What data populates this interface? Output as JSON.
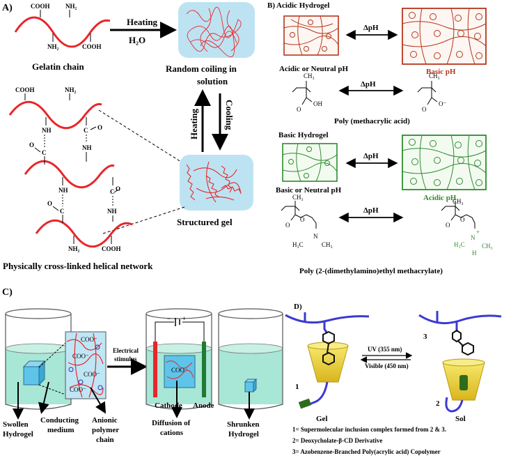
{
  "panel_a": {
    "label": "A)",
    "cooh_1": "COOH",
    "nh2_1": "NH₂",
    "nh2_2": "NH₂",
    "cooh_2": "COOH",
    "gelatin_chain": "Gelatin chain",
    "heating_top": "Heating",
    "h2o": "H₂O",
    "random_coiling_1": "Random coiling in",
    "random_coiling_2": "solution",
    "heating_side": "Heating",
    "cooling_side": "Cooling",
    "structured_gel": "Structured gel",
    "network_cooh_top": "COOH",
    "network_nh2_top": "NH₂",
    "nh_1": "NH",
    "c_1": "C",
    "o_1": "O",
    "c_2": "C",
    "o_2": "O",
    "nh_2": "NH",
    "nh_3": "NH",
    "c_3": "C",
    "o_3": "O",
    "o_4": "O",
    "c_4": "C",
    "nh_4": "NH",
    "network_nh2_bottom": "NH₂",
    "network_cooh_bottom": "COOH",
    "network_caption": "Physically cross-linked helical network"
  },
  "panel_b": {
    "label": "B)",
    "acidic_title": "Acidic Hydrogel",
    "delta_ph_1": "ΔpH",
    "acidic_left_caption": "Acidic or Neutral pH",
    "acidic_right_caption": "Basic pH",
    "ch3_1": "CH₃",
    "delta_ph_2": "ΔpH",
    "ch3_2": "CH₃",
    "oh": "OH",
    "o_minus": "O⁻",
    "o_a": "O",
    "o_b": "O",
    "pma_caption": "Poly (methacrylic acid)",
    "basic_title": "Basic Hydrogel",
    "delta_ph_3": "ΔpH",
    "basic_left_caption": "Basic or Neutral pH",
    "basic_right_caption": "Acidic pH",
    "ch3_3": "CH₃",
    "delta_ph_4": "ΔpH",
    "ch3_4": "CH₃",
    "o_c": "O",
    "o_d": "O",
    "o_e": "O",
    "o_f": "O",
    "n_1": "N",
    "h3c_1": "H₃C",
    "ch3_5": "CH₃",
    "n_2": "N",
    "plus": "+",
    "h3c_2": "H₃C",
    "ch3_6": "CH₃",
    "h": "H",
    "pdmaema_caption": "Poly (2-(dimethylamino)ethyl methacrylate)",
    "acidic_color": "#b5361c",
    "basic_color": "#2e8b2e"
  },
  "panel_c": {
    "label": "C)",
    "electrical_stimulus_1": "Electrical",
    "electrical_stimulus_2": "stimulus",
    "coo_labels": [
      "COO⁻",
      "COO⁻",
      "COO⁻",
      "COO⁻",
      "COO⁻"
    ],
    "cathode": "Cathode",
    "anode": "Anode",
    "swollen_1": "Swollen",
    "swollen_2": "Hydrogel",
    "conducting_1": "Conducting",
    "conducting_2": "medium",
    "anionic_1": "Anionic",
    "anionic_2": "polymer",
    "anionic_3": "chain",
    "diffusion_1": "Diffusion of",
    "diffusion_2": "cations",
    "shrunken_1": "Shrunken",
    "shrunken_2": "Hydrogel",
    "battery_minus": "−",
    "battery_plus": "+"
  },
  "panel_d": {
    "label": "D)",
    "uv": "UV (355 nm)",
    "visible": "Visible  (450 nm)",
    "gel": "Gel",
    "sol": "Sol",
    "num_1": "1",
    "num_2": "2",
    "num_3": "3",
    "legend_1": "1= Supermolecular inclusion complex formed from 2 & 3.",
    "legend_2": "2= Deoxycholate-β-CD Derivative",
    "legend_3": "3= Azobenzene-Branched Poly(acrylic acid) Copolymer"
  },
  "colors": {
    "chain_red": "#e8262a",
    "gel_blue": "#bde3f2",
    "liquid": "#a8e6d6",
    "cube": "#5ec4ea",
    "polymer_blue": "#3a3ad1",
    "cd_yellow": "#f4e04a",
    "guest_green": "#2e6b1e"
  }
}
